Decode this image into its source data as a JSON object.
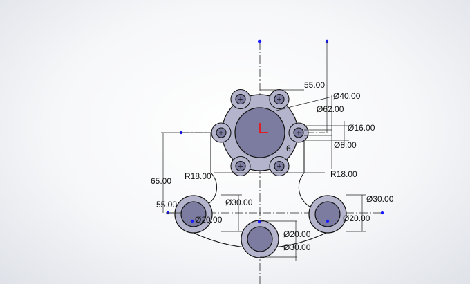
{
  "colors": {
    "face": "#b4b4cc",
    "hole": "#7c7ca0",
    "edge": "#111111",
    "point": "#1a1aff",
    "origin": "#ff0000"
  },
  "dimensions": {
    "hub_offset": "55.00",
    "hub_inner_dia": "Ø40.00",
    "hub_outer_dia": "Ø62.00",
    "bolt_boss_dia": "Ø16.00",
    "bolt_hole_dia": "Ø8.00",
    "bolt_count": "6",
    "vertical_offset": "65.00",
    "fillet_left": "R18.00",
    "fillet_right": "R18.00",
    "left_offset": "55.00",
    "left_inner_dia": "Ø20.00",
    "left_outer_dia": "Ø30.00",
    "right_inner_dia": "Ø20.00",
    "right_outer_dia": "Ø30.00",
    "bottom_inner_dia": "Ø20.00",
    "bottom_outer_dia": "Ø30.00"
  }
}
